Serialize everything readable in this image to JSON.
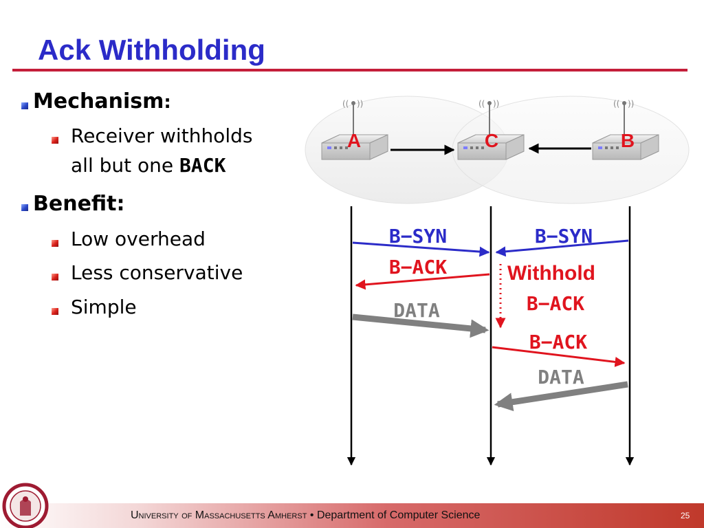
{
  "slide": {
    "title": "Ack Withholding",
    "page_number": "25"
  },
  "bullets": {
    "mechanism": {
      "heading": "Mechanism",
      "colon": ":"
    },
    "mechanism_detail": {
      "line1": "Receiver withholds",
      "line2_prefix": "all but one ",
      "line2_code": "BACK"
    },
    "benefit": {
      "heading": "Benefit:"
    },
    "benefit_items": [
      "Low overhead",
      "Less conservative",
      "Simple"
    ]
  },
  "diagram": {
    "nodes": [
      {
        "label": "A",
        "icon": "wireless-router-icon"
      },
      {
        "label": "C",
        "icon": "wireless-router-icon"
      },
      {
        "label": "B",
        "icon": "wireless-router-icon"
      }
    ],
    "messages": {
      "bsyn_left": "B−SYN",
      "bsyn_right": "B−SYN",
      "back_left": "B−ACK",
      "withhold": "Withhold",
      "data_left": "DATA",
      "back_right_1": "B−ACK",
      "back_right_2": "B−ACK",
      "data_right": "DATA"
    },
    "colors": {
      "syn": "#2b2bc8",
      "ack": "#e0141e",
      "data": "#808080",
      "title": "#2b2bc8"
    }
  },
  "footer": {
    "university": "University of Massachusetts Amherst",
    "separator": "•",
    "department": "Department of Computer Science",
    "seal_icon": "university-seal-icon"
  }
}
